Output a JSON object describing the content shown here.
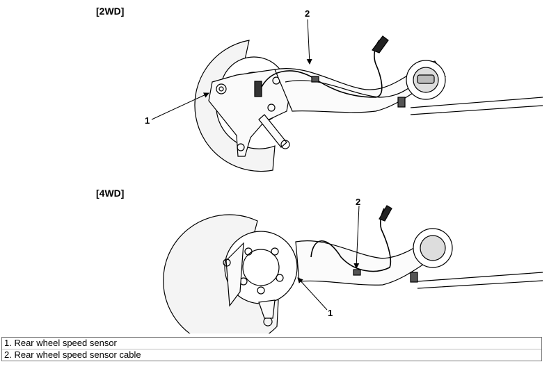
{
  "figure_2wd": {
    "label": "[2WD]",
    "callout_1": "1",
    "callout_2": "2"
  },
  "figure_4wd": {
    "label": "[4WD]",
    "callout_1": "1",
    "callout_2": "2"
  },
  "legend": [
    "1. Rear wheel speed sensor",
    "2. Rear wheel speed sensor cable"
  ]
}
